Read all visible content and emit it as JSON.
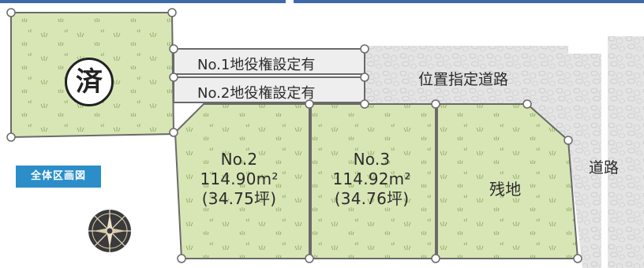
{
  "lots": [
    {
      "no": "No.2",
      "area": "114.90m²",
      "tsubo": "(34.75坪)"
    },
    {
      "no": "No.3",
      "area": "114.92m²",
      "tsubo": "(34.76坪)"
    }
  ],
  "remaining_land": "残地",
  "sold_mark": "済",
  "easements": [
    "No.1地役権設定有",
    "No.2地役権設定有"
  ],
  "private_road": "位置指定道路",
  "public_road": "道路",
  "badge": "全体区画図",
  "colors": {
    "lot_fill": "#d8e6b5",
    "lot_border": "#6a6a6a",
    "easement_fill": "#eeeeee",
    "road_fill": "#e4e4e4",
    "badge": "#2b8ec9",
    "top_rule": "#3e6aa8"
  }
}
